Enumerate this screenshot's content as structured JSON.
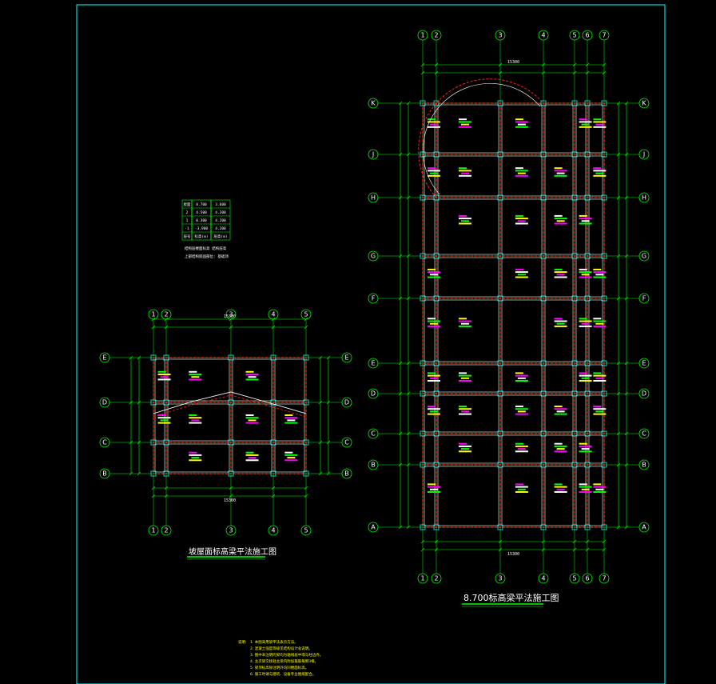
{
  "drawing": {
    "plan_right_title": "8.700标高梁平法施工图",
    "plan_left_title": "坡屋面标高梁平法施工图"
  },
  "plan_right": {
    "col_labels": [
      "1",
      "2",
      "3",
      "4",
      "5",
      "6",
      "7"
    ],
    "row_labels": [
      "K",
      "J",
      "H",
      "G",
      "F",
      "E",
      "D",
      "C",
      "B",
      "A"
    ],
    "total_width": "15300"
  },
  "plan_left": {
    "col_labels": [
      "1",
      "2",
      "3",
      "4",
      "5"
    ],
    "row_labels": [
      "E",
      "D",
      "C",
      "B"
    ],
    "total_width": "15300"
  },
  "legend_table": {
    "rows": [
      [
        "屋面",
        "8.700",
        "3.600"
      ],
      [
        "2",
        "4.500",
        "4.200"
      ],
      [
        "1",
        "0.300",
        "4.200"
      ],
      [
        "-1",
        "-3.900",
        "4.200"
      ],
      [
        "层号",
        "标高(m)",
        "层高(m)"
      ]
    ],
    "caption": "结构层楼面标高 结构层高",
    "caption2": "上部结构嵌固部位: 基础顶"
  },
  "notes": {
    "label": "说明:",
    "lines": [
      "1. 本图采用梁平法表示方法。",
      "2. 混凝土强度等级见结构设计总说明。",
      "3. 图中未注明的梁均为轴线居中或与柱边齐。",
      "4. 主次梁交接处主梁内附加箍筋每侧3根。",
      "5. 梁顶标高除注明外均同楼面标高。",
      "6. 施工时请与建筑、设备专业图纸配合。"
    ]
  }
}
